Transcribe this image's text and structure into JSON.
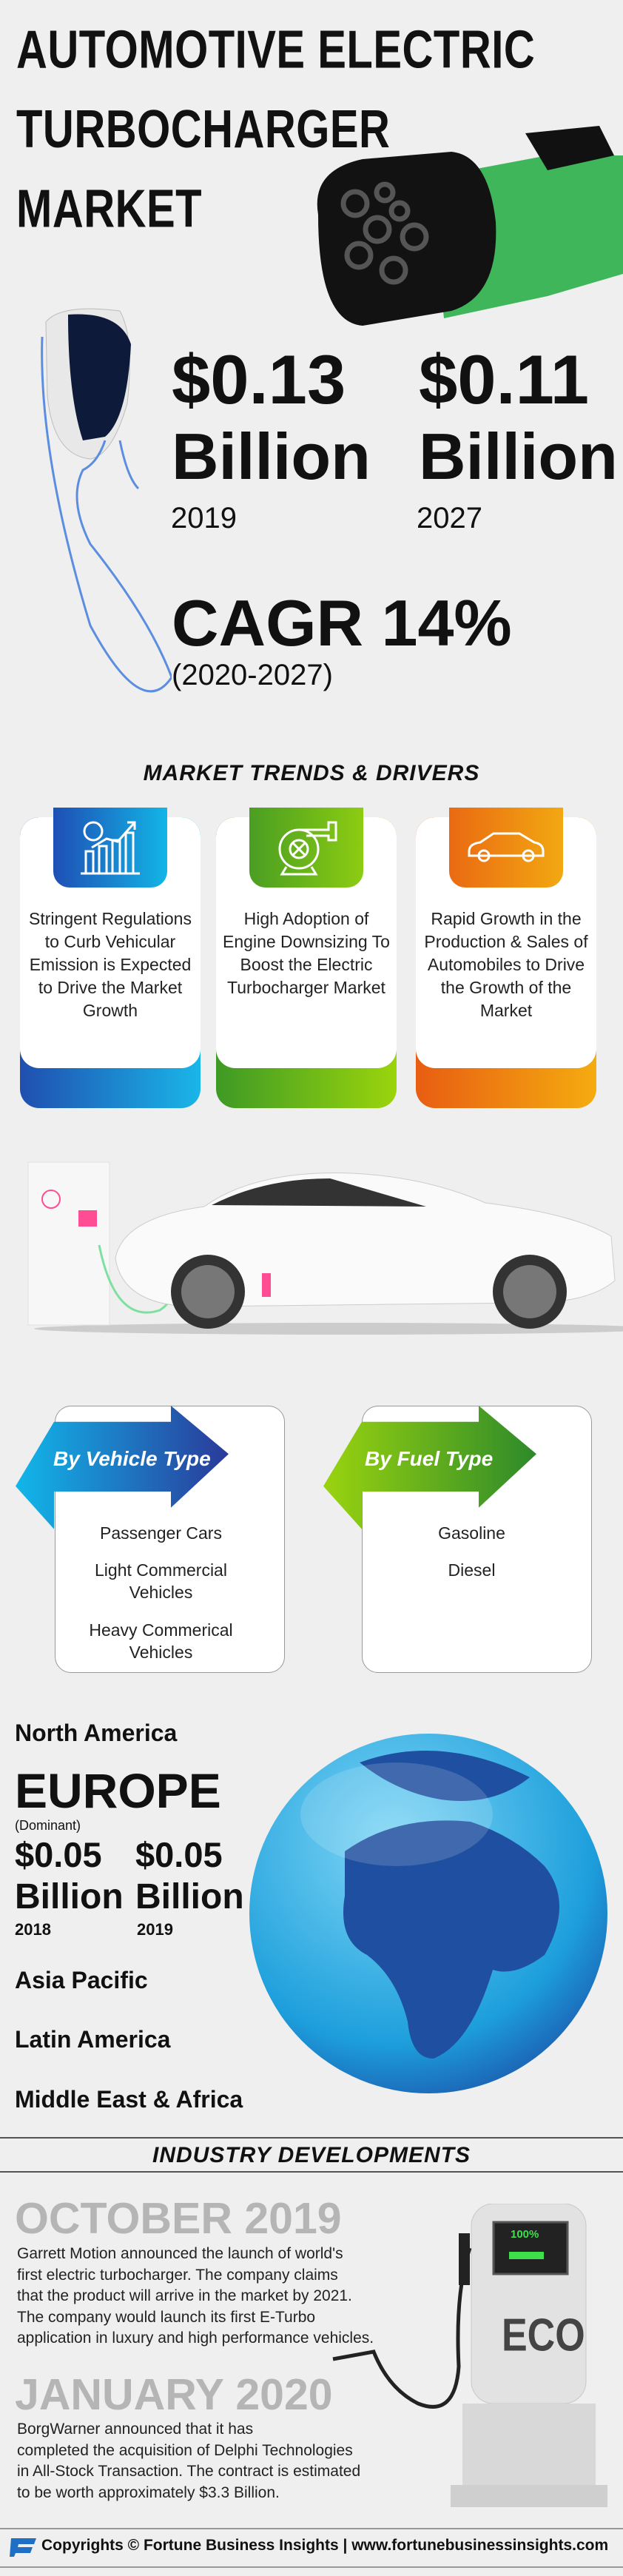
{
  "title": {
    "line1": "AUTOMOTIVE ELECTRIC",
    "line2": "TURBOCHARGER",
    "line3": "MARKET"
  },
  "stats": {
    "value_2019": "$0.13",
    "unit_2019": "Billion",
    "year_2019": "2019",
    "value_2027": "$0.11",
    "unit_2027": "Billion",
    "year_2027": "2027",
    "cagr": "CAGR 14%",
    "cagr_period": "(2020-2027)"
  },
  "trends": {
    "heading": "MARKET TRENDS &  DRIVERS",
    "cards": [
      {
        "text": "Stringent Regulations to Curb Vehicular Emission is Expected to Drive the Market Growth",
        "icon": "growth-chart-icon",
        "color": "#1e5bb8"
      },
      {
        "text": "High Adoption of Engine Downsizing To Boost the Electric Turbocharger Market",
        "icon": "turbocharger-icon",
        "color": "#5cae1e"
      },
      {
        "text": "Rapid Growth in the Production & Sales of Automobiles to Drive the Growth of the Market",
        "icon": "car-icon",
        "color": "#ee7a12"
      }
    ]
  },
  "segments": {
    "vehicle": {
      "label": "By Vehicle Type",
      "items": [
        "Passenger Cars",
        "Light Commercial Vehicles",
        "Heavy Commerical Vehicles"
      ]
    },
    "fuel": {
      "label": "By Fuel Type",
      "items": [
        "Gasoline",
        "Diesel"
      ]
    }
  },
  "regions": {
    "north_america": "North America",
    "europe": "EUROPE",
    "europe_note": "(Dominant)",
    "europe_v1": "$0.05",
    "europe_u1": "Billion",
    "europe_y1": "2018",
    "europe_v2": "$0.05",
    "europe_u2": "Billion",
    "europe_y2": "2019",
    "asia_pacific": "Asia Pacific",
    "latin_america": "Latin America",
    "mea": "Middle East & Africa"
  },
  "developments": {
    "heading": "INDUSTRY DEVELOPMENTS",
    "items": [
      {
        "date": "OCTOBER 2019",
        "lines": [
          "Garrett Motion announced the launch of world's",
          "first electric turbocharger. The company claims",
          "that the product will arrive in the market by 2021.",
          "The company would launch its first E-Turbo",
          "application in luxury and high performance vehicles."
        ]
      },
      {
        "date": "JANUARY 2020",
        "lines": [
          "BorgWarner announced that it has",
          "completed the acquisition of Delphi Technologies",
          "in All-Stock Transaction. The contract is estimated",
          "to be worth approximately $3.3 Billion."
        ]
      }
    ],
    "charger_screen": "100%",
    "charger_label": "ECO"
  },
  "footer": {
    "text": "Copyrights © Fortune Business Insights | www.fortunebusinessinsights.com"
  }
}
